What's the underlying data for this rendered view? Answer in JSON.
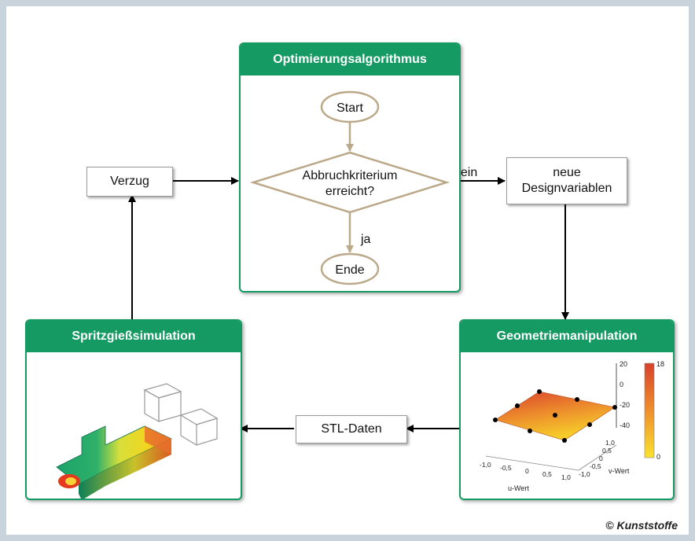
{
  "optimizer": {
    "title": "Optimierungsalgorithmus",
    "start": "Start",
    "decision_line1": "Abbruchkriterium",
    "decision_line2": "erreicht?",
    "yes": "ja",
    "end": "Ende"
  },
  "no_label": "nein",
  "warp": "Verzug",
  "new_vars_line1": "neue",
  "new_vars_line2": "Designvariablen",
  "injection": {
    "title": "Spritzgießsimulation"
  },
  "geometry": {
    "title": "Geometriemanipulation",
    "z_ticks": [
      "20",
      "0",
      "-20",
      "-40"
    ],
    "u_ticks": [
      "-1,0",
      "-0,5",
      "0",
      "0,5",
      "1,0"
    ],
    "v_ticks": [
      "1,0",
      "0,5",
      "0",
      "-0,5",
      "-1,0"
    ],
    "u_label": "u-Wert",
    "v_label": "v-Wert",
    "colorbar_max": "18",
    "colorbar_min": "0"
  },
  "stl": "STL-Daten",
  "credit": "© Kunststoffe",
  "colors": {
    "panel_green": "#159a63",
    "flow_tan": "#bba98a",
    "background": "#c9d3dc"
  }
}
